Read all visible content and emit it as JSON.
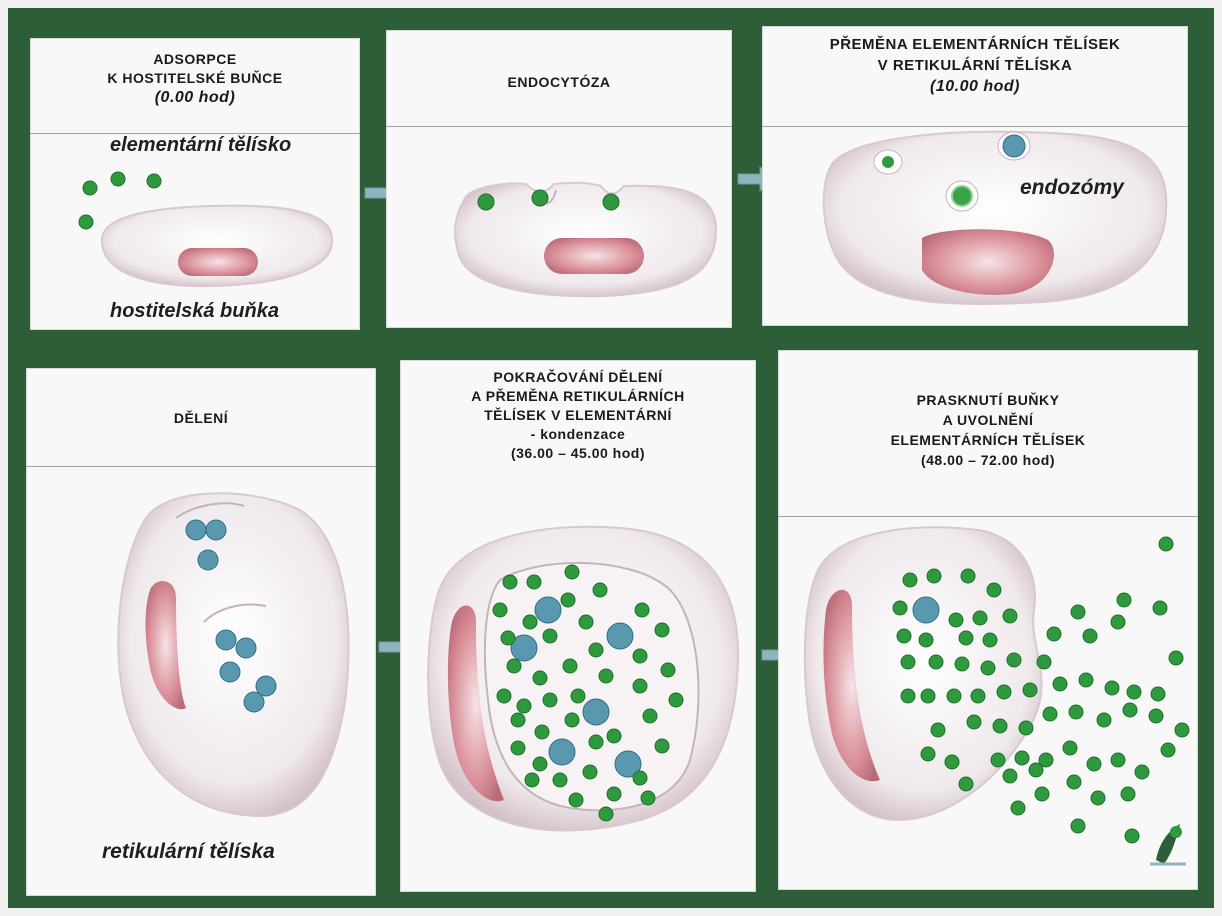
{
  "colors": {
    "frame": "#2c5e37",
    "panel": "#f8f8f8",
    "cell": "#efe9ec",
    "nucleus": "#d88c95",
    "elementary_body": "#2e9a3d",
    "reticular_body": "#5a98b0",
    "arrow": "#8fb4c0"
  },
  "panels": [
    {
      "id": "adsorption",
      "title_lines": [
        "ADSORPCE",
        "K HOSTITELSKÉ BUŇCE",
        "(0.00 hod)"
      ],
      "labels": {
        "elementary": "elementární tělísko",
        "host": "hostitelská buňka"
      }
    },
    {
      "id": "endocytosis",
      "title_lines": [
        "ENDOCYTÓZA"
      ]
    },
    {
      "id": "transformation",
      "title_lines": [
        "PŘEMĚNA ELEMENTÁRNÍCH TĚLÍSEK",
        "V RETIKULÁRNÍ TĚLÍSKA",
        "(10.00 hod)"
      ],
      "labels": {
        "endosomes": "endozómy"
      }
    },
    {
      "id": "division",
      "title_lines": [
        "DĚLENÍ"
      ],
      "labels": {
        "reticular": "retikulární tělíska"
      }
    },
    {
      "id": "continued-division",
      "title_lines": [
        "POKRAČOVÁNÍ DĚLENÍ",
        "A PŘEMĚNA RETIKULÁRNÍCH",
        "TĚLÍSEK V ELEMENTÁRNÍ",
        "- kondenzace",
        "(36.00 – 45.00 hod)"
      ]
    },
    {
      "id": "lysis",
      "title_lines": [
        "PRASKNUTÍ BUŇKY",
        "A UVOLNĚNÍ",
        "ELEMENTÁRNÍCH TĚLÍSEK",
        "(48.00 – 72.00 hod)"
      ]
    }
  ]
}
